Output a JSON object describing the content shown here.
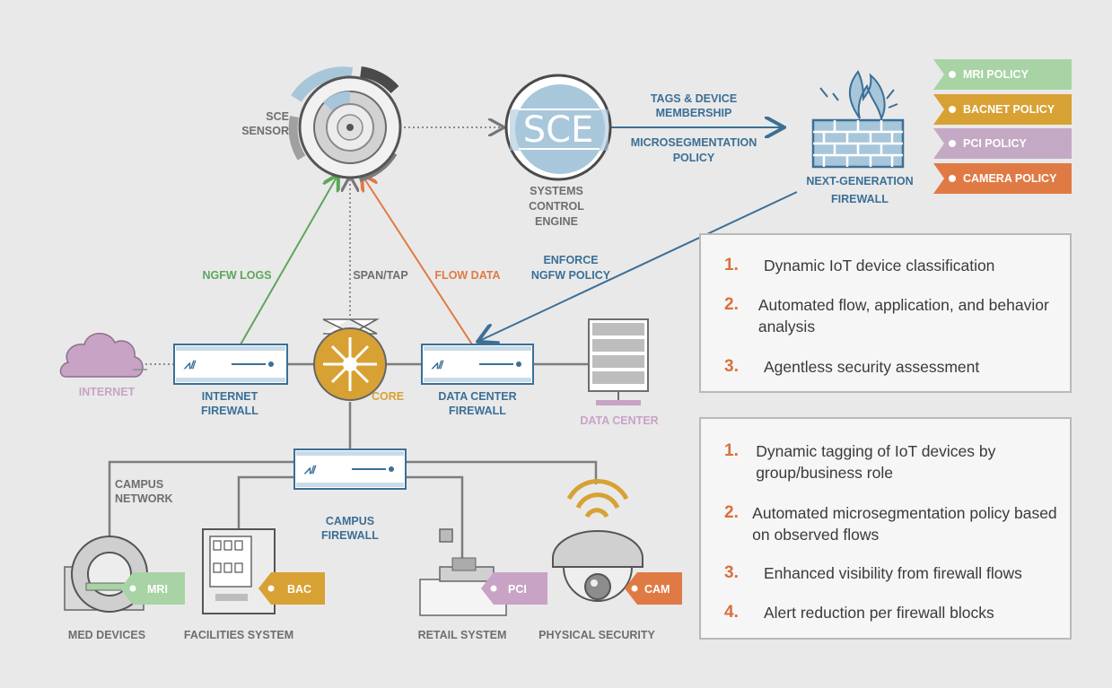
{
  "colors": {
    "background": "#e9e9e9",
    "navy": "#3b6f96",
    "green": "#5ea65a",
    "orange": "#e07a45",
    "gold": "#d8a133",
    "lavender": "#c8a3c6",
    "gray": "#6d6e70",
    "numeral": "#d9703a"
  },
  "nodes": {
    "sce_sensor": "SCE\nSENSOR",
    "sce_badge": "SCE",
    "sce_engine": "SYSTEMS\nCONTROL\nENGINE",
    "ngfw": "NEXT-GENERATION\nFIREWALL",
    "internet": "INTERNET",
    "internet_firewall": "INTERNET\nFIREWALL",
    "core": "CORE",
    "datacenter_firewall": "DATA CENTER\nFIREWALL",
    "datacenter": "DATA CENTER",
    "campus_network": "CAMPUS\nNETWORK",
    "campus_firewall": "CAMPUS\nFIREWALL",
    "med_devices": "MED DEVICES",
    "facilities_system": "FACILITIES SYSTEM",
    "retail_system": "RETAIL SYSTEM",
    "physical_security": "PHYSICAL SECURITY"
  },
  "flows": {
    "tags": "TAGS & DEVICE\nMEMBERSHIP",
    "micro": "MICROSEGMENTATION\nPOLICY",
    "enforce": "ENFORCE\nNGFW POLICY",
    "ngfw_logs": "NGFW LOGS",
    "span_tap": "SPAN/TAP",
    "flow_data": "FLOW DATA"
  },
  "policies": [
    {
      "label": "MRI POLICY",
      "color": "#a8d3a5"
    },
    {
      "label": "BACNET POLICY",
      "color": "#d8a133"
    },
    {
      "label": "PCI POLICY",
      "color": "#c4a9c5"
    },
    {
      "label": "CAMERA POLICY",
      "color": "#e07a45"
    }
  ],
  "device_tags": {
    "mri": "MRI",
    "bac": "BAC",
    "pci": "PCI",
    "cam": "CAM"
  },
  "panel_top": [
    {
      "num": "1.",
      "text": "Dynamic IoT device classification"
    },
    {
      "num": "2.",
      "text": "Automated flow, application, and behavior analysis"
    },
    {
      "num": "3.",
      "text": "Agentless security assessment"
    }
  ],
  "panel_bottom": [
    {
      "num": "1.",
      "text": "Dynamic tagging of IoT devices by group/business role"
    },
    {
      "num": "2.",
      "text": "Automated microsegmentation policy based on observed flows"
    },
    {
      "num": "3.",
      "text": "Enhanced visibility from firewall flows"
    },
    {
      "num": "4.",
      "text": "Alert reduction per firewall blocks"
    }
  ]
}
